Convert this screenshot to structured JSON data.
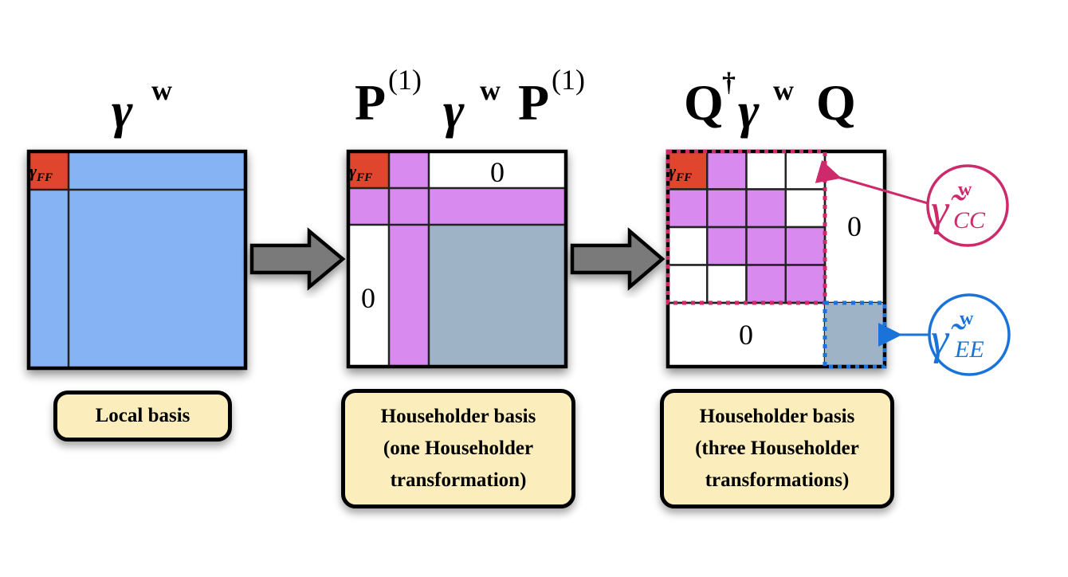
{
  "panels": [
    {
      "title_main": "γ",
      "title_sup": "w",
      "corner_label": "γ",
      "corner_sub": "FF",
      "caption": [
        "Local basis"
      ]
    },
    {
      "title_p": "P",
      "title_p_sup": "(1)",
      "title_gamma": "γ",
      "title_gamma_sup": "w",
      "title_p2": "P",
      "title_p2_sup": "(1)",
      "corner_label": "γ",
      "corner_sub": "FF",
      "zero_top": "0",
      "zero_left": "0",
      "caption": [
        "Householder basis",
        "(one Householder",
        "transformation)"
      ]
    },
    {
      "title_q": "Q",
      "title_q_sup": "†",
      "title_gamma": "γ",
      "title_gamma_sup": "w",
      "title_q2": "Q",
      "corner_label": "γ",
      "corner_sub": "FF",
      "zero_right": "0",
      "zero_bottom": "0",
      "caption": [
        "Householder basis",
        "(three Householder",
        "transformations)"
      ],
      "grid_pattern": [
        [
          "F",
          "P",
          "W",
          "W"
        ],
        [
          "P",
          "P",
          "P",
          "W"
        ],
        [
          "W",
          "P",
          "P",
          "P"
        ],
        [
          "W",
          "W",
          "P",
          "P"
        ]
      ],
      "callouts": [
        {
          "symbol": "γ̃",
          "sup": "w",
          "sub": "CC",
          "color": "#cc2a6a"
        },
        {
          "symbol": "γ̃",
          "sup": "w",
          "sub": "EE",
          "color": "#1a73d9"
        }
      ]
    }
  ],
  "colors": {
    "blue_block": "#86b3f4",
    "red_block": "#e0442e",
    "purple_block": "#d98aee",
    "slate_block": "#9fb3c6",
    "caption_bg": "#fbeebc",
    "arrow_fill": "#7a7a7a",
    "cc_callout": "#cc2a6a",
    "ee_callout": "#1a73d9"
  }
}
